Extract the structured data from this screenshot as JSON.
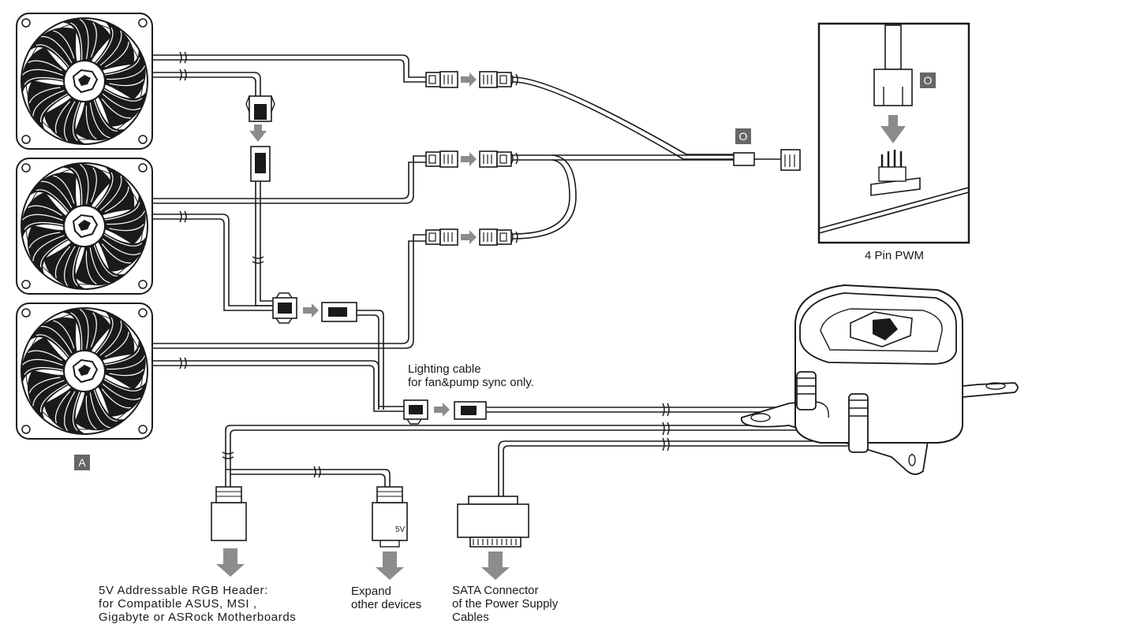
{
  "labels": {
    "fan_badge": "A",
    "connector_badge_main": "O",
    "connector_badge_detail": "O",
    "pwm_caption": "4 Pin PWM",
    "lighting_line1": "Lighting cable",
    "lighting_line2": "for fan&pump sync only.",
    "rgb_header_line1": "5V Addressable RGB Header:",
    "rgb_header_line2": "for Compatible ASUS, MSI ,",
    "rgb_header_line3": "Gigabyte or ASRock Motherboards",
    "expand_line1": "Expand",
    "expand_line2": "other devices",
    "sata_line1": "SATA Connector",
    "sata_line2": "of the Power Supply",
    "sata_line3": "Cables",
    "voltage_mark": "5V"
  },
  "colors": {
    "line": "#1a1a1a",
    "arrow": "#8c8c8c",
    "badge": "#666666",
    "background": "#ffffff"
  }
}
